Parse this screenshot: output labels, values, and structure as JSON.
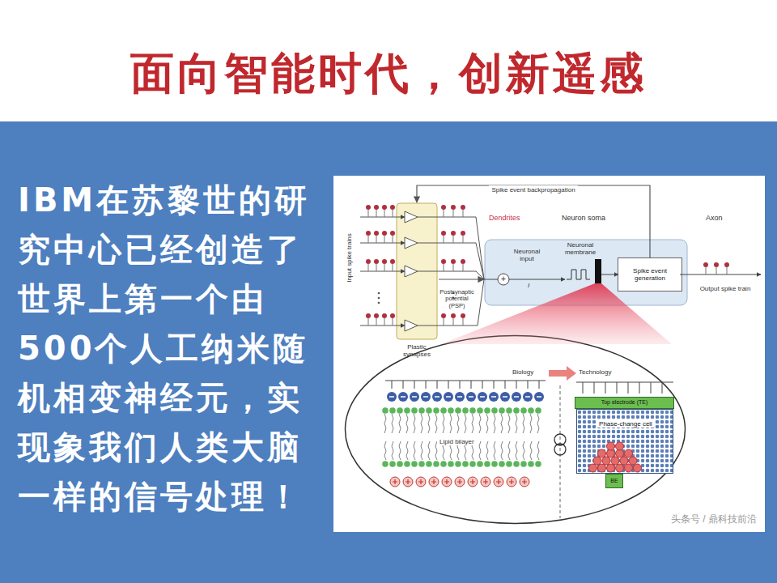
{
  "diagram": {
    "title": "面向智能时代，创新遥感",
    "nodes": [
      {
        "text": [
          "IBM在苏黎世的研 究中心已经创造了 世界上第一个由 500个人工纳米随 机相变神经元，实 现象我们人类大脑 一样的信号处理！"
        ]
      },
      {
        "text": [
          "头条号 / 鼎科技前沿"
        ],
        "in": 0
      },
      {
        "text": [
          "Plastic synapses"
        ],
        "in": 1
      },
      {
        "text": [
          "Neuron soma"
        ],
        "in": 1
      },
      {
        "text": [
          "Spike event generation"
        ],
        "in": 3
      },
      {
        "text": [
          "Biology",
          "Technology"
        ],
        "in": 1
      },
      {
        "text": [
          "Top electrode (TE)"
        ],
        "in": 5
      },
      {
        "text": [
          "Phase-change cell"
        ],
        "in": 5
      },
      {
        "text": [
          "BE"
        ],
        "in": 5
      }
    ],
    "edges": [
      {
        "from": 2,
        "to": 3,
        "arrow": "to"
      },
      {
        "from": 4,
        "to": 2,
        "arrow": "to",
        "label": "Spike event backpropagation"
      }
    ],
    "labels": [
      "Input spike trains",
      "Postsynaptic potential (PSP)",
      "Dendrites",
      "Axon",
      "Neuronal input",
      "I",
      "Neuronal membrane",
      "+",
      "Output spike train",
      "Lipid bilayer"
    ]
  }
}
